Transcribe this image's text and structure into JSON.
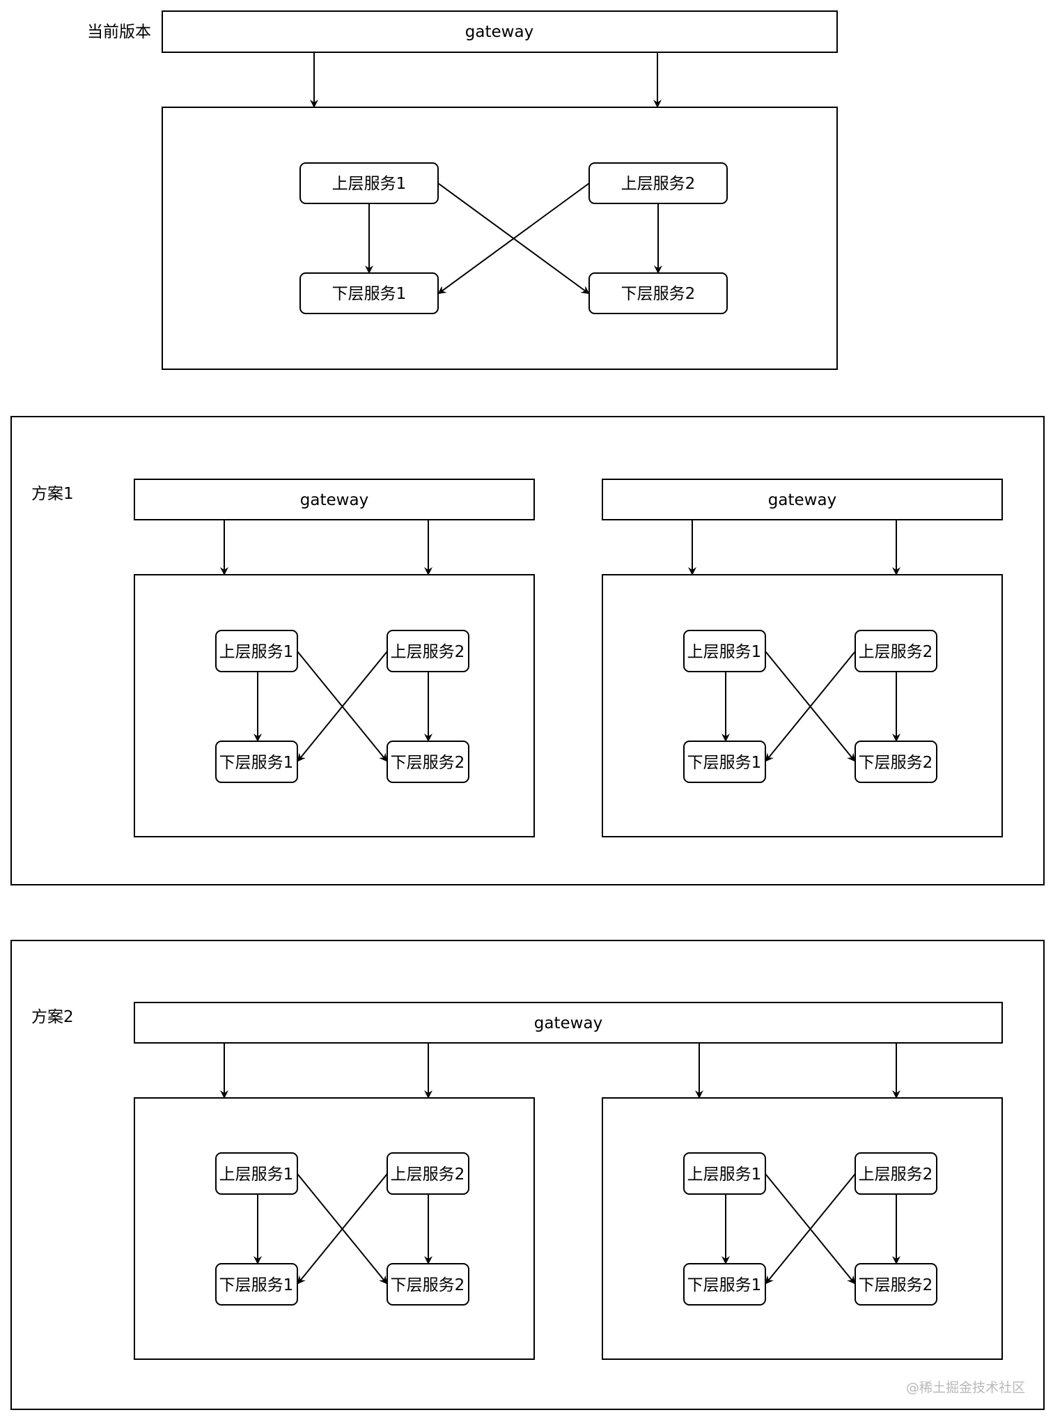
{
  "labels": {
    "current": "当前版本",
    "plan1": "方案1",
    "plan2": "方案2",
    "gateway": "gateway",
    "upper1": "上层服务1",
    "upper2": "上层服务2",
    "lower1": "下层服务1",
    "lower2": "下层服务2"
  },
  "watermark": "@稀土掘金技术社区",
  "colors": {
    "stroke": "#000000",
    "background": "#ffffff",
    "watermark": "#b8b8b8"
  }
}
